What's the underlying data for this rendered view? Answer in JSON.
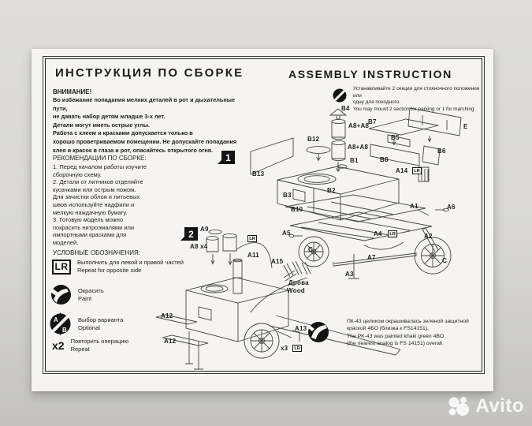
{
  "header": {
    "title_ru": "ИНСТРУКЦИЯ ПО СБОРКЕ",
    "title_en": "ASSEMBLY INSTRUCTION"
  },
  "attention": {
    "heading": "ВНИМАНИЕ!",
    "body": "Во избежание попадания мелких деталей в рот и дыхательные пути,\nне давать набор детям младше 3-х лет.\nДетали могут иметь острые углы.\nРабота с клеем и красками допускается только в\nхорошо проветриваемом помещении. Не допускайте попадания\nклея и красок в глаза и рот, опасайтесь  открытого огня."
  },
  "recommendations": {
    "heading": "РЕКОМЕНДАЦИИ ПО СБОРКЕ:",
    "body": "1. Перед началом работы изучите\nсборочную схему.\n2. Детали от литников отделяйте\nкусачками или острым ножом.\nДля зачистки облоя и литьевых\nшвов используйте надфили и\nмелкую наждачную бумагу.\n3. Готовую модель можно\nпокрасить нитроэмалями или\nимпортными красками для\nмоделей."
  },
  "legend": {
    "heading": "УСЛОВНЫЕ ОБОЗНАЧЕНИЯ:",
    "items": [
      {
        "icon": "lr-icon",
        "ru": "Выполнить для левой и правой частей",
        "en": "Repeat for opposite side"
      },
      {
        "icon": "paint-icon",
        "ru": "Окрасить",
        "en": "Paint"
      },
      {
        "icon": "optional-icon",
        "ru": "Выбор варианта",
        "en": "Optional"
      },
      {
        "icon": "x2",
        "ru": "Повторить операцию",
        "en": "Repeat"
      }
    ]
  },
  "icons": {
    "lr": "LR",
    "variant_a": "A",
    "variant_b": "B",
    "x2": "x2",
    "x3": "x3"
  },
  "steps": {
    "one": "1",
    "two": "2"
  },
  "note_mount": {
    "text": "Устанавливайте 2 секции для стояночного положения или\nодну для походного.\nYou may mount 2 section for parking or 1 for marching"
  },
  "note_paint": {
    "text": "ПК-43 целиком окрашивалась зеленой защитной\nкраской 4БО (близка к FS14151).\nThe  PK-43 was painted khaki green 4BO\n(the nearest analog is FS 14151) overall."
  },
  "d1": [
    "B4",
    "A8+A8",
    "A8+A8",
    "B12",
    "B1",
    "B7",
    "E",
    "B5",
    "B8",
    "B6",
    "A14",
    "B13",
    "B3",
    "B2",
    "B10",
    "A1",
    "A6",
    "A5",
    "A4",
    "A2",
    "A7",
    "A3",
    "C",
    "C"
  ],
  "d2": [
    "A9",
    "A8 x4",
    "A11",
    "A15",
    "Дрова",
    "Wood",
    "A12",
    "A12",
    "A13"
  ],
  "watermark": {
    "brand": "Avito"
  }
}
